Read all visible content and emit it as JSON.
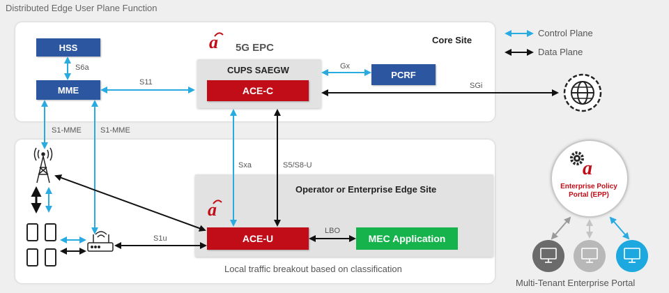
{
  "page_title": "Distributed Edge User Plane Function",
  "legend": {
    "control_plane": "Control Plane",
    "data_plane": "Data Plane"
  },
  "core_site": {
    "title": "Core Site",
    "epc_title": "5G EPC",
    "hss": "HSS",
    "mme": "MME",
    "cups_title": "CUPS SAEGW",
    "ace_c": "ACE-C",
    "pcrf": "PCRF"
  },
  "edge_site": {
    "title": "Operator or Enterprise Edge Site",
    "ace_u": "ACE-U",
    "mec": "MEC Application",
    "footer": "Local traffic breakout based on classification"
  },
  "interfaces": {
    "s6a": "S6a",
    "s11": "S11",
    "gx": "Gx",
    "sgi": "SGi",
    "s1mme_left": "S1-MME",
    "s1mme_right": "S1-MME",
    "sxa": "Sxa",
    "s5s8u": "S5/S8-U",
    "lbo": "LBO",
    "s1u": "S1u"
  },
  "epp": {
    "line1": "Enterprise Policy",
    "line2": "Portal (EPP)",
    "caption": "Multi-Tenant Enterprise Portal"
  },
  "colors": {
    "control": "#29abe2",
    "data": "#111111",
    "brand_red": "#c10d17",
    "node_blue": "#2d56a1",
    "mec_green": "#16b24c",
    "tenant_dark": "#6b6b6b",
    "tenant_light": "#b8b8b8",
    "tenant_blue": "#1ea8e0"
  },
  "icons": [
    "logo-a-icon",
    "globe-icon",
    "cell-tower-icon",
    "router-icon",
    "phone-icon",
    "gear-icon",
    "monitor-icon"
  ]
}
